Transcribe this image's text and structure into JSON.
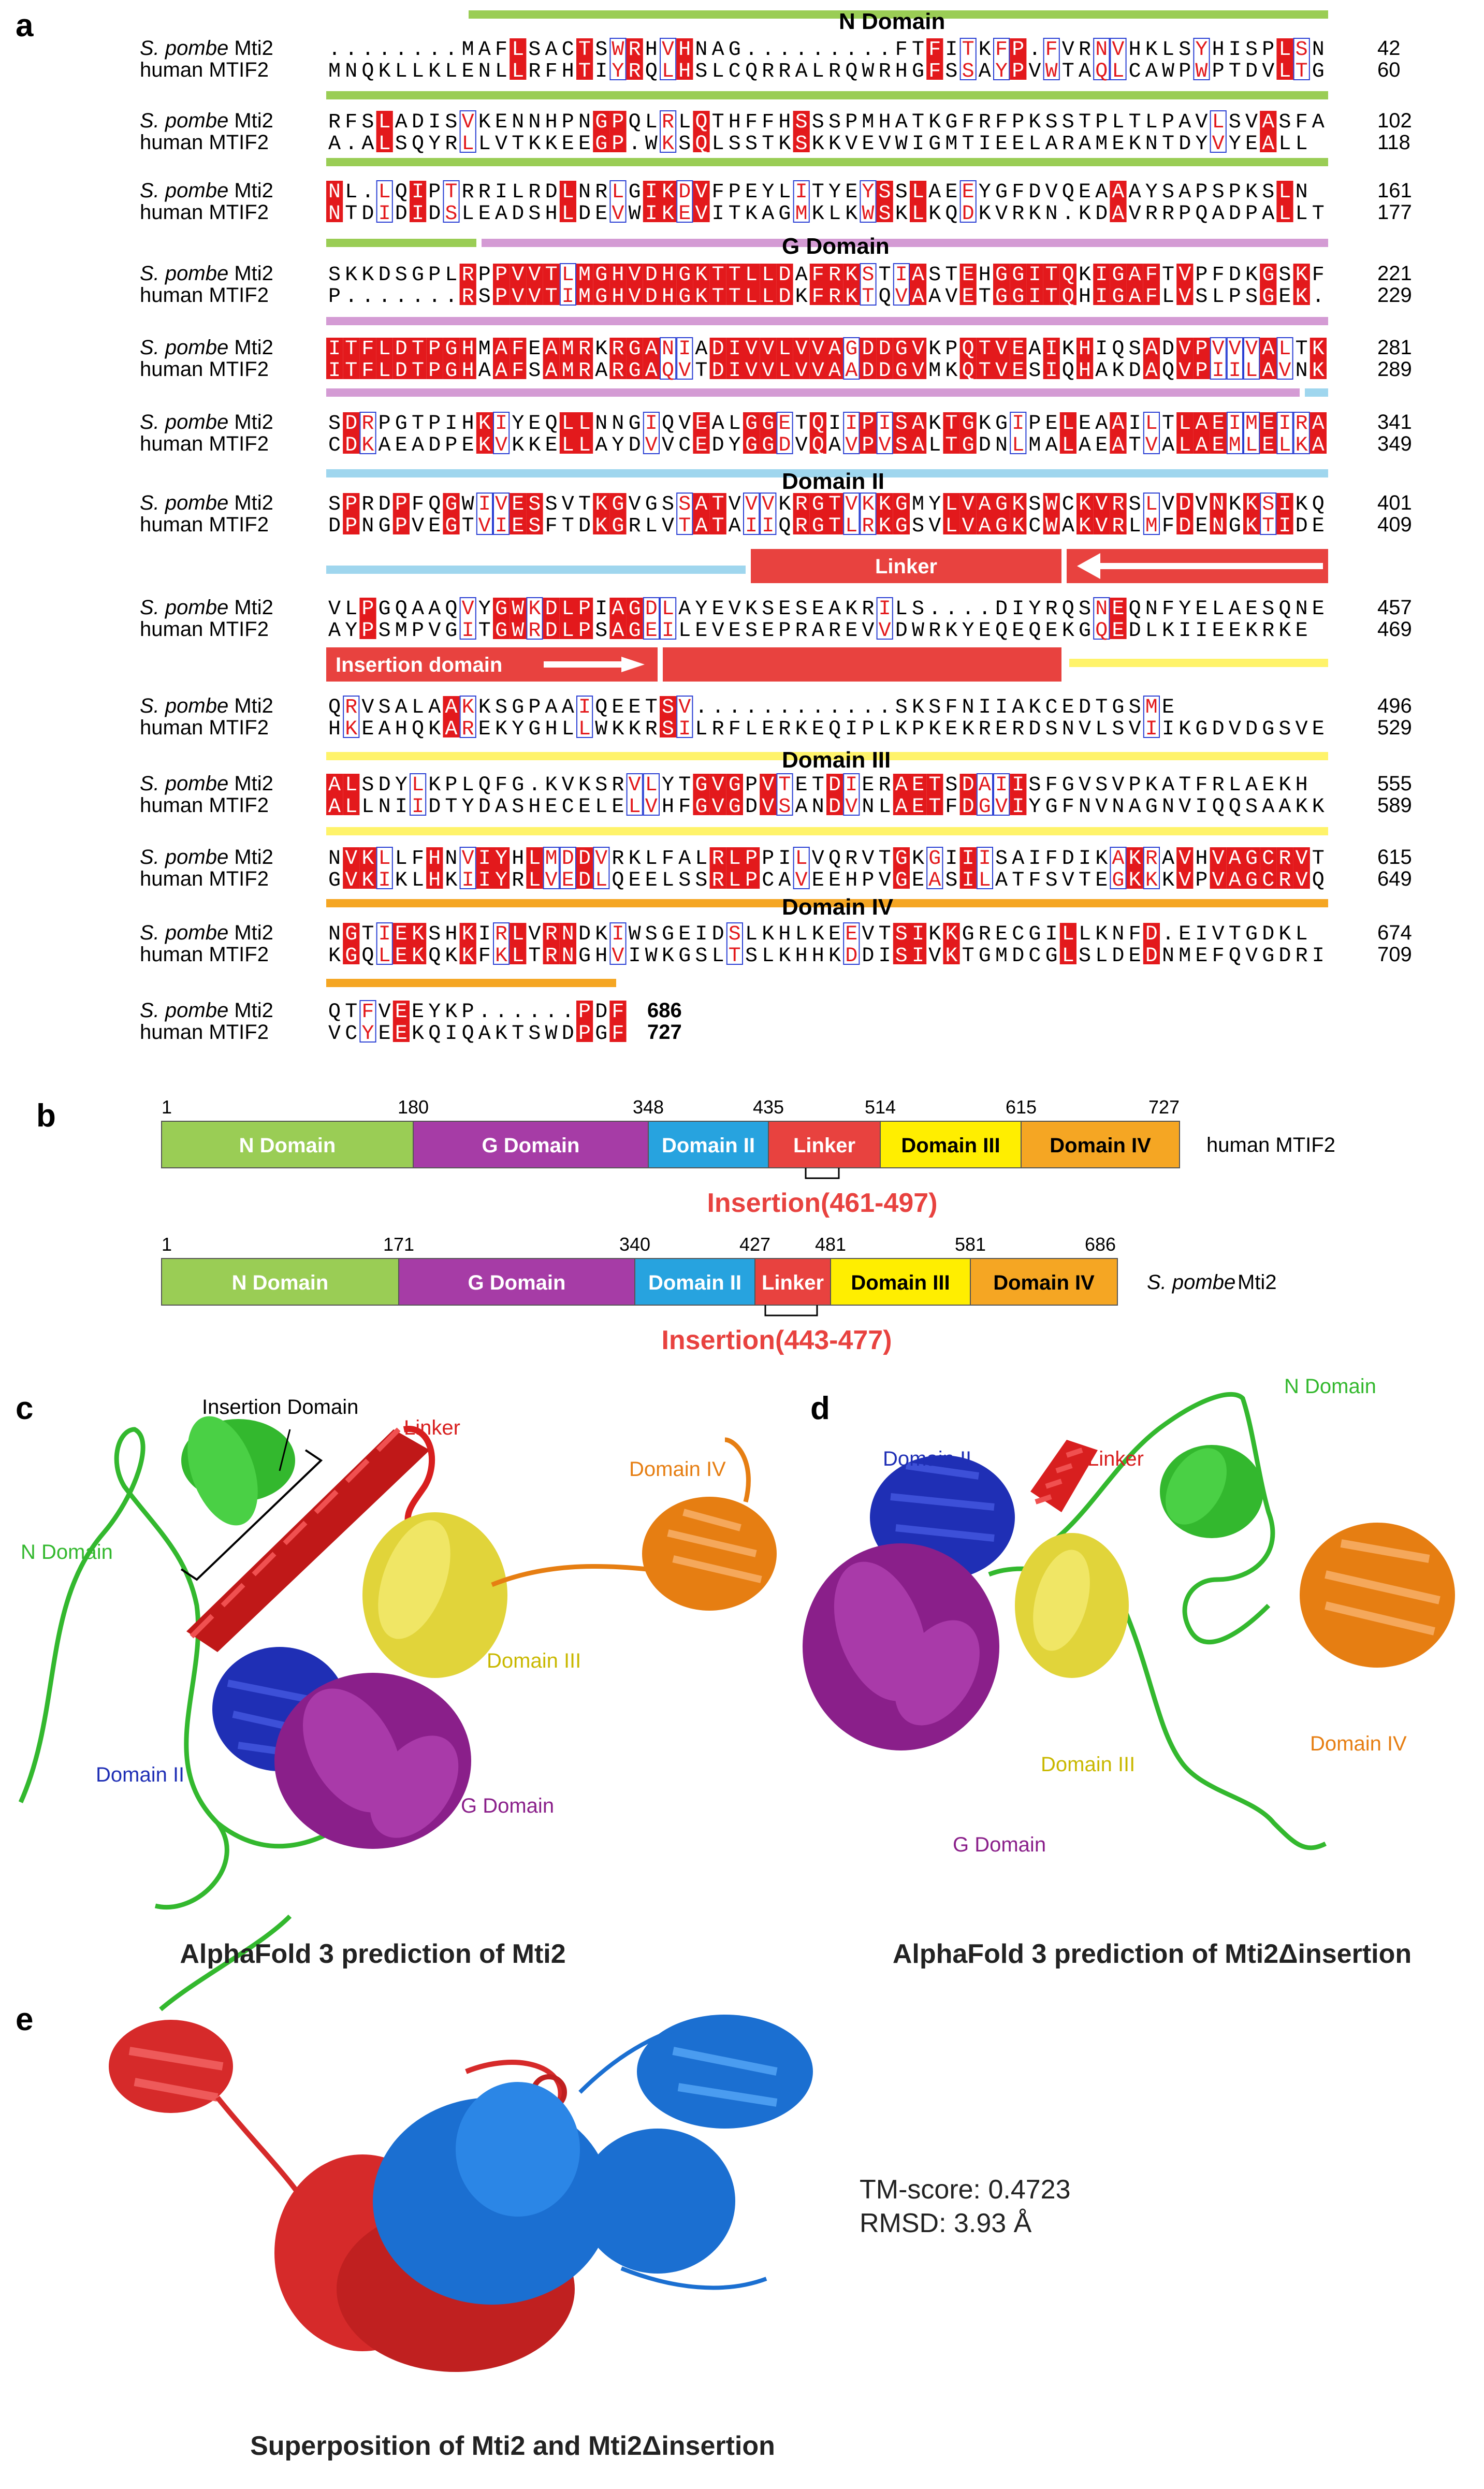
{
  "panels": {
    "a": "a",
    "b": "b",
    "c": "c",
    "d": "d",
    "e": "e"
  },
  "alignment": {
    "species1": "S. pombe",
    "name1": "Mti2",
    "name2": "human MTIF2",
    "blocks": [
      {
        "s1": "........MAFLSACTSWRHVHNAG.........FTFITKFP.FVRNVHKLSYHISPLSN",
        "s2": "MNQKLLKLENLLRFHTIYRQLHSLCQRRALRQWRHGFSSAYPVWTAQLCAWPWPTDVLTG",
        "n1": "42",
        "n2": "60"
      },
      {
        "s1": "RFSLADISVKENNHPNGPQLRLQTHFFHSSSPMHATKGFRFPKSSTPLTLPAVLSVASFA",
        "s2": "A.ALSQYRLLVTKKEEGP.WKSQLSSTKSKKVEVWIGMTIEELARAMEKNTDYVYEALL",
        "n1": "102",
        "n2": "118"
      },
      {
        "s1": "NL.LQIPTRRILRDLNRLGIKDVFPEYLITYEYSSLAEEYGFDVQEAAAYSAPSPKSLN",
        "s2": "NTDIDIDSLEADSHLDEVWIKEVITKAGMKLKWSKLKQDKVRKN.KDAVRRPQADPALLT",
        "n1": "161",
        "n2": "177"
      },
      {
        "s1": "SKKDSGPLRPPVVTLMGHVDHGKTTLLDAFRKSTIASTEHGGITQKIGAFTVPFDKGSKF",
        "s2": "P.......RSPVVTIMGHVDHGKTTLLDKFRKTQVAAVETGGITQHIGAFLVSLPSGEK.",
        "n1": "221",
        "n2": "229"
      },
      {
        "s1": "ITFLDTPGHMAFEAMRKRGANIADIVVLVVAGDDGVKPQTVEAIKHIQSADVPVVVALTK",
        "s2": "ITFLDTPGHAAFSAMRARGAQVTDIVVLVVAADDGVMKQTVESIQHAKDAQVPIILAVNK",
        "n1": "281",
        "n2": "289"
      },
      {
        "s1": "SDRPGTPIHKIYEQLLNNGIQVEALGGETQIIPISAKTGKGIPELEAAILTLAEIMEIRA",
        "s2": "CDKAEADPEKVKKELLAYDVVCEDYGGDVQAVPVSALTGDNLMALAEATVALAEMLELKA",
        "n1": "341",
        "n2": "349"
      },
      {
        "s1": "SPRDPFQGWIVESSVTKGVGSSATVVVKRGTVKKGMYLVAGKSWCKVRSLVDVNKKSIKQ",
        "s2": "DPNGPVEGTVIESFTDKGRLVTATAIIQRGTLRKGSVLVAGKCWAKVRLMFDENGKTIDE",
        "n1": "401",
        "n2": "409"
      },
      {
        "s1": "VLPGQAAQVYGWKDLPIAGDLAYEVKSESEAKRILS....DIYRQSNEQNFYELAESQNE",
        "s2": "AYPSMPVGITGWRDLPSAGEILEVESEPRAREVVDWRKYEQEQEKGQEDLKIIEEKRKE",
        "n1": "457",
        "n2": "469"
      },
      {
        "s1": "QRVSALAAKKSGPAAIQEETSV............SKSFNIIAKCEDTGSME",
        "s2": "HKEAHQKAREKYGHLLWKKRSILRFLERKEQIPLKPKEKRERDSNVLSVIIKGDVDGSVE",
        "n1": "496",
        "n2": "529"
      },
      {
        "s1": "ALSDYLKPLQFG.KVKSRVLYTGVGPVTETDIERAETSDAIISFGVSVPKATFRLAEKH",
        "s2": "ALLNIIDTYDASHECELELVHFGVGDVSANDVNLAETFDGVIYGFNVNAGNVIQQSAAKK",
        "n1": "555",
        "n2": "589"
      },
      {
        "s1": "NVKLLFHNVIYHLMDDVRKLFALRLPPILVQRVTGKGIIISAIFDIKAKRAVHVAGCRVT",
        "s2": "GVKIKLHKIIYRLVEDLQEELSSRLPCAVEEHPVGEASILATFSVTEGKKKVPVAGCRVQ",
        "n1": "615",
        "n2": "649"
      },
      {
        "s1": "NGTIEKSHKIRLVRNDKIWSGEIDSLKHLKEEVTSIKKGRECGILLKNFD.EIVTGDKL",
        "s2": "KGQLEKQKKFKLTRNGHVIWKGSLTSLKHHKDDISIVKTGMDCGLSLDEDNMEFQVGDRI",
        "n1": "674",
        "n2": "709"
      },
      {
        "s1": "QTFVEEYKP......PDF",
        "s2": "VCYEEKQIQAKTSWDPGF",
        "n1": "686",
        "n2": "727"
      }
    ],
    "domains": {
      "n": "N Domain",
      "g": "G Domain",
      "d2": "Domain II",
      "linker": "Linker",
      "insertion": "Insertion domain",
      "d3": "Domain III",
      "d4": "Domain IV"
    }
  },
  "schematic": {
    "human": {
      "name": "human MTIF2",
      "positions": [
        "1",
        "180",
        "348",
        "435",
        "514",
        "615",
        "727"
      ],
      "segments": [
        "N Domain",
        "G Domain",
        "Domain II",
        "Linker",
        "Domain III",
        "Domain IV"
      ],
      "insertion": "Insertion(461-497)"
    },
    "pombe": {
      "species": "S. pombe",
      "name": "Mti2",
      "positions": [
        "1",
        "171",
        "340",
        "427",
        "481",
        "581",
        "686"
      ],
      "segments": [
        "N Domain",
        "G Domain",
        "Domain II",
        "Linker",
        "Domain III",
        "Domain IV"
      ],
      "insertion": "Insertion(443-477)"
    }
  },
  "structures": {
    "c": {
      "labels": {
        "insertion": "Insertion Domain",
        "linker": "Linker",
        "n": "N Domain",
        "d4": "Domain IV",
        "d3": "Domain III",
        "d2": "Domain II",
        "g": "G Domain"
      },
      "caption": "AlphaFold 3 prediction of Mti2"
    },
    "d": {
      "labels": {
        "n": "N Domain",
        "d2": "Domain II",
        "linker": "Linker",
        "d3": "Domain III",
        "d4": "Domain IV",
        "g": "G Domain"
      },
      "caption": "AlphaFold 3 prediction of Mti2Δinsertion"
    },
    "e": {
      "tm": "TM-score: 0.4723",
      "rmsd": "RMSD: 3.93 Å",
      "caption": "Superposition of Mti2 and Mti2Δinsertion"
    }
  },
  "colors": {
    "n": "#9acd55",
    "g": "#a63ca6",
    "d2": "#27a3df",
    "linker": "#e8423f",
    "d3": "#ffee00",
    "d4": "#f5a623",
    "identical": "#e3191c",
    "similar_box": "#2a3fd4",
    "bar_n": "#9acd55",
    "bar_g": "#d49bd4",
    "bar_d2": "#9fd6ee",
    "bar_d3": "#fff36a",
    "bar_d4": "#f5a623",
    "struct_n": "#33b82e",
    "struct_g": "#8a1f8a",
    "struct_d2": "#1f2fb5",
    "struct_linker": "#d81f1f",
    "struct_d3": "#e1d43a",
    "struct_d4": "#e67e12",
    "sup_red": "#d62a2a",
    "sup_blue": "#1b6fd1"
  }
}
